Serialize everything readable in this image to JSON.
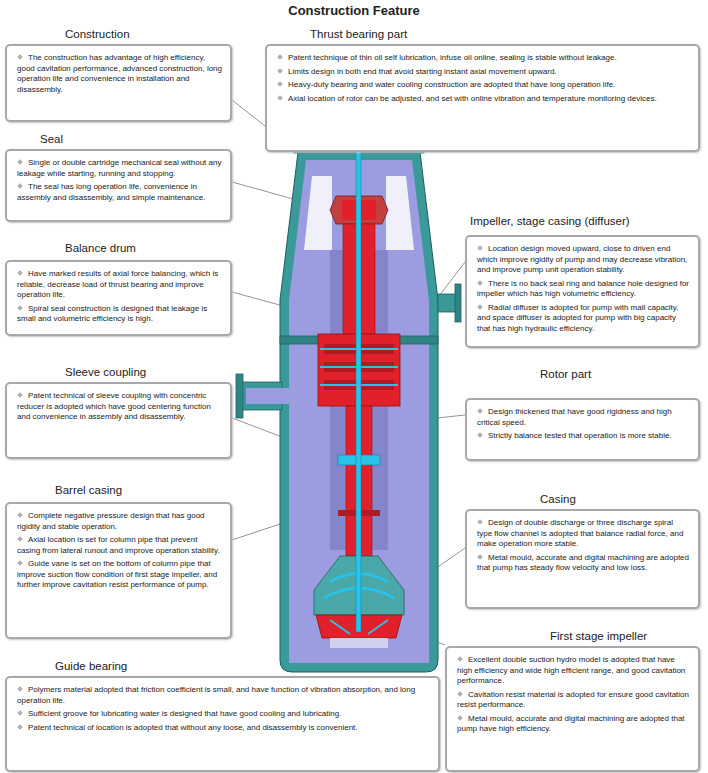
{
  "diagram": {
    "title": "Construction Feature",
    "nodes": [
      {
        "text": [
          "Construction",
          "The construction has advantage of high efficiency, good cavitation performance, advanced construction, long operation life and convenience in installation and disassembly."
        ]
      },
      {
        "text": [
          "Thrust bearing part",
          "Patent technique of thin oil self lubrication, infuse oil online, sealing is stable without leakage.",
          "Limits design in both end that avoid starting instant axial movement upward.",
          "Heavy-duty bearing and water cooling construction are adopted that have long operation life.",
          "Axial location of rotor can be adjusted, and set with online vibration and temperature monitoring devices."
        ]
      },
      {
        "text": [
          "Seal",
          "Single or double cartridge mechanical seal without any leakage while starting, running and stopping.",
          "The seal has long operation life, convenience in assembly and disassembly, and simple maintenance."
        ]
      },
      {
        "text": [
          "Impeller, stage casing (diffuser)",
          "Location design moved upward, close to driven end which improve rigidity of pump and may decrease vibration, and improve pump unit operation stability.",
          "There is no back seal ring and balance hole designed for impeller which has high volumetric efficiency.",
          "Radial diffuser is adopted for pump with mall capacity, and space diffuser is adopted for pump with big capacity that has high hydraulic efficiency."
        ]
      },
      {
        "text": [
          "Balance drum",
          "Have marked results of axial force balancing, which is reliable, decrease load of thrust bearing and improve operation life.",
          "Spiral seal construction is designed that leakage is small and volumetric efficiency is high."
        ]
      },
      {
        "text": [
          "Rotor part",
          "Design thickened that have good rigidness and high critical speed.",
          "Strictly balance tested that operation is more stable."
        ]
      },
      {
        "text": [
          "Sleeve coupling",
          "Patent technical of sleeve coupling with concentric reducer is adopted which have good centering function and convenience in assembly and disassembly."
        ]
      },
      {
        "text": [
          "Barrel casing",
          "Complete negative pressure design that has good rigidity and stable operation.",
          "Axial location is set for column pipe that prevent casing from lateral runout and improve operation stability.",
          "Guide vane is set on the bottom of column pipe that improve suction flow condition of first stage impeller, and further improve cavitation resist performance of pump."
        ]
      },
      {
        "text": [
          "Casing",
          "Design of double discharge or three discharge spiral type flow channel is adopted that balance radial force, and make operation more stable.",
          "Metal mould, accurate and digital machining are adopted that pump has steady flow velocity and low loss."
        ]
      },
      {
        "text": [
          "First stage impeller",
          "Excellent double suction hydro model is adopted that have high efficiency and wide high efficient range, and good cavitation performance.",
          "Cavitation resist material is adopted for ensure good cavitation resist performance.",
          "Metal mould, accurate and digital machining are adopted that pump have high efficiency."
        ]
      },
      {
        "text": [
          "Guide bearing",
          "Polymers material adopted that friction coefficient is small, and have function of vibration absorption, and long operation life.",
          "Sufficient groove for lubricating water is designed that have good cooling and lubricating.",
          "Patent technical of location is adopted that without any loose, and disassembly is convenient."
        ]
      }
    ]
  }
}
